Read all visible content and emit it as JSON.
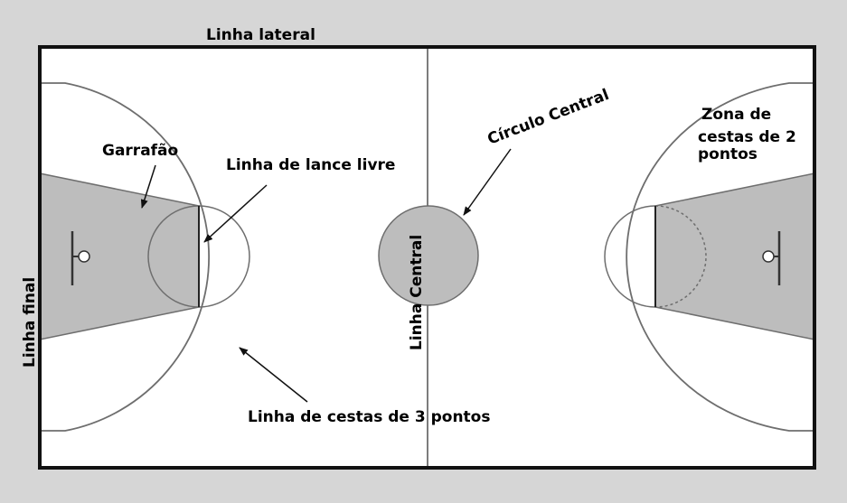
{
  "title": "",
  "labels": {
    "sideline": "Linha lateral",
    "key": "Garrafão",
    "free_throw_line": "Linha de lance livre",
    "center_circle": "Círculo Central",
    "two_point_zone_line1": "Zona de",
    "two_point_zone_line2": "cestas de 2",
    "two_point_zone_line3": "pontos",
    "baseline": "Linha final",
    "center_line": "Linha Central",
    "three_point_line": "Linha de cestas de 3 pontos"
  },
  "colors": {
    "background": "#d6d6d6",
    "court": "#ffffff",
    "paint": "#bdbdbd",
    "lines": "#6e6e6e",
    "border": "#111111",
    "text": "#000000"
  }
}
